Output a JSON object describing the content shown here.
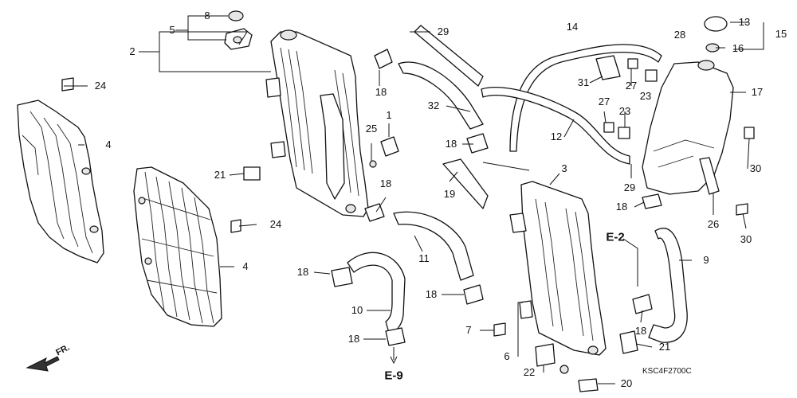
{
  "diagram": {
    "code": "KSC4F2700C",
    "direction_label": "FR.",
    "references": {
      "e2": "E-2",
      "e9": "E-9"
    },
    "callouts": {
      "n2": "2",
      "n5": "5",
      "n8": "8",
      "n29a": "29",
      "n14": "14",
      "n28": "28",
      "n13": "13",
      "n15": "15",
      "n16": "16",
      "n24a": "24",
      "n18a": "18",
      "n31": "31",
      "n27a": "27",
      "n17": "17",
      "n4a": "4",
      "n1": "1",
      "n32": "32",
      "n23a": "23",
      "n27b": "27",
      "n23b": "23",
      "n25": "25",
      "n12": "12",
      "n18b": "18",
      "n3": "3",
      "n29b": "29",
      "n30a": "30",
      "n21a": "21",
      "n19": "19",
      "n18c": "18",
      "n26": "26",
      "n18d": "18",
      "n30b": "30",
      "n24b": "24",
      "n4b": "4",
      "n11": "11",
      "n9": "9",
      "n18e": "18",
      "n18f": "18",
      "n10": "10",
      "n7": "7",
      "n18g": "18",
      "n21b": "21",
      "n18h": "18",
      "n6": "6",
      "n22": "22",
      "n20": "20"
    }
  }
}
